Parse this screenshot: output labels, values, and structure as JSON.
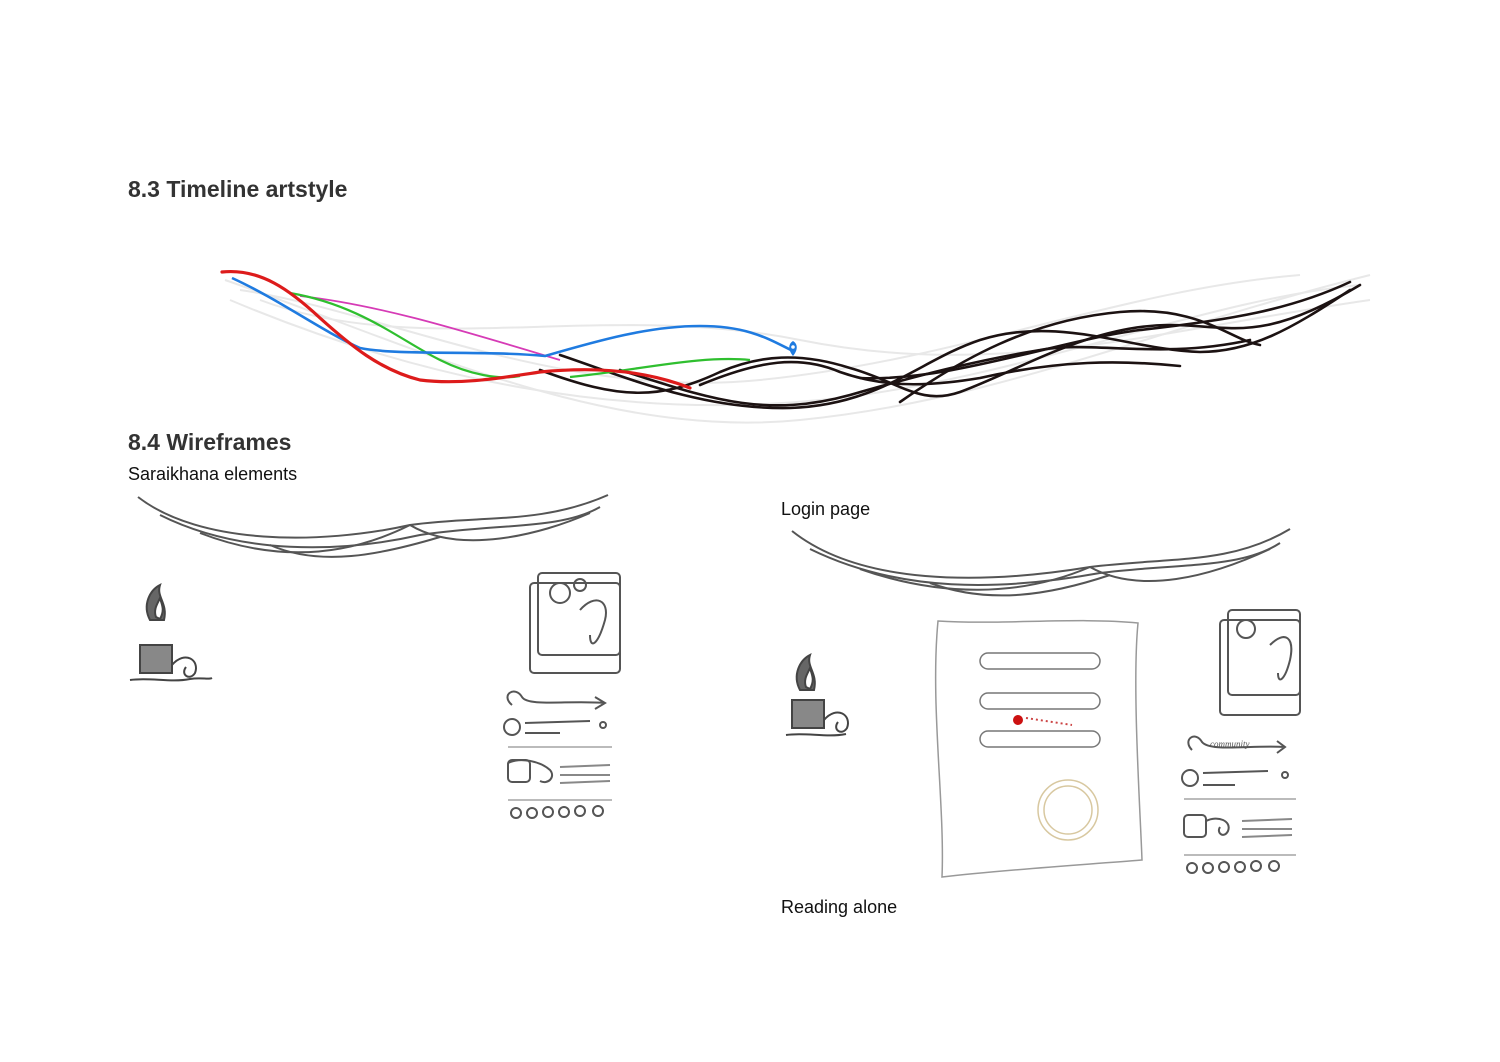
{
  "sections": {
    "timeline": {
      "heading": "8.3 Timeline artstyle",
      "colors": {
        "red": "#dd1b1b",
        "blue": "#1f7be0",
        "green": "#2fbf2f",
        "magenta": "#d63bb6",
        "dark": "#1c1212",
        "ghost": "#ececec"
      }
    },
    "wireframes": {
      "heading": "8.4 Wireframes",
      "captions": {
        "saraikhana": "Saraikhana elements",
        "login": "Login page",
        "reading": "Reading alone"
      },
      "community_label": "community"
    }
  }
}
